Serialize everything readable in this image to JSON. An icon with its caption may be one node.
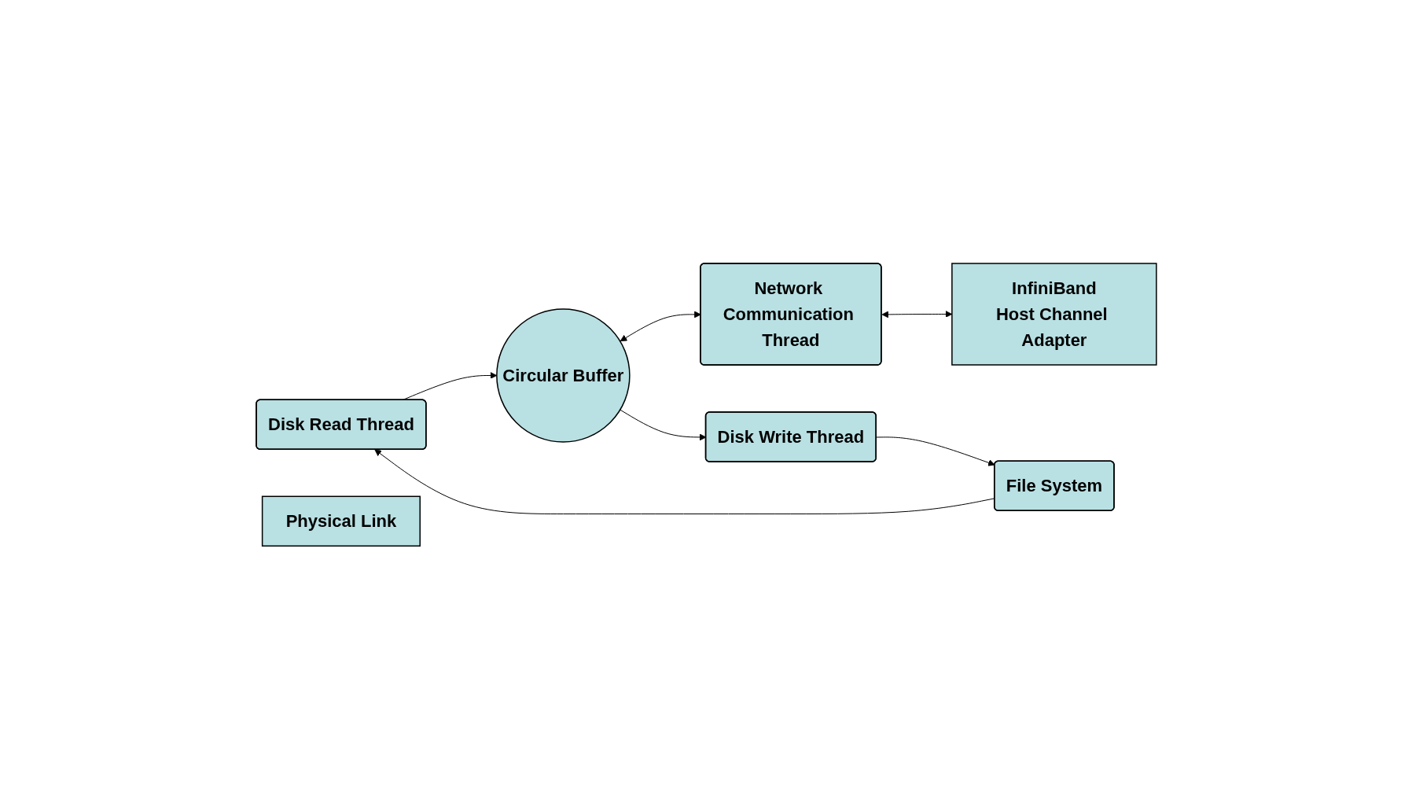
{
  "diagram": {
    "nodes": [
      {
        "text": [
          "Disk Read Thread"
        ]
      },
      {
        "text": [
          "Network Communication Thread"
        ]
      },
      {
        "text": [
          "File System"
        ]
      },
      {
        "text": [
          "Circular Buffer"
        ]
      },
      {
        "text": [
          "InfiniBand",
          "Host Channel Adapter"
        ]
      },
      {
        "text": [
          "Physical Link"
        ]
      },
      {
        "text": [
          "Disk Write Thread"
        ]
      }
    ],
    "edges": [
      {
        "from": 2,
        "to": 0,
        "arrow": "to"
      },
      {
        "from": 0,
        "to": 3,
        "arrow": "to"
      },
      {
        "from": 3,
        "to": 1,
        "arrow": "both"
      },
      {
        "from": 1,
        "to": 4,
        "arrow": "both"
      },
      {
        "from": 6,
        "to": 2,
        "arrow": "to"
      },
      {
        "from": 3,
        "to": 6,
        "arrow": "to"
      }
    ]
  }
}
